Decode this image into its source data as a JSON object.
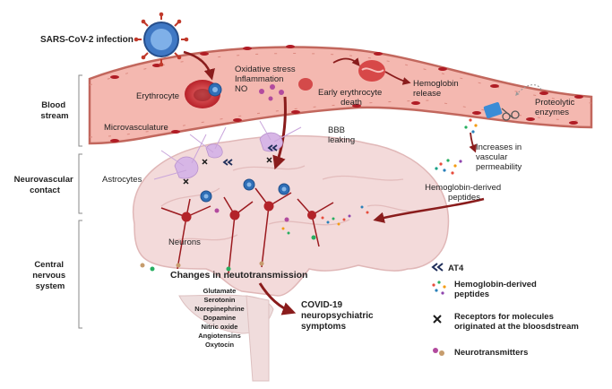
{
  "top_label": "SARS-CoV-2 infection",
  "sections": {
    "blood_stream": [
      "Blood",
      "stream"
    ],
    "neurovascular": [
      "Neurovascular",
      "contact"
    ],
    "cns": [
      "Central",
      "nervous",
      "system"
    ]
  },
  "vessel_labels": {
    "erythrocyte": "Erythrocyte",
    "stress": [
      "Oxidative stress",
      "Inflammation",
      "NO"
    ],
    "early_death": [
      "Early erythrocyte",
      "death"
    ],
    "hemoglobin_release": [
      "Hemoglobin",
      "release"
    ],
    "proteolytic": [
      "Proteolytic",
      "enzymes"
    ],
    "microvasculature": "Microvasculature"
  },
  "bbb": [
    "BBB",
    "leaking"
  ],
  "astrocytes": "Astrocytes",
  "permeability": [
    "Increases in",
    "vascular",
    "permeability"
  ],
  "hb_peptides": [
    "Hemoglobin-derived",
    "peptides"
  ],
  "neurons": "Neurons",
  "changes": "Changes in neutotransmission",
  "neurotransmitters": [
    "Glutamate",
    "Serotonin",
    "Norepinephrine",
    "Dopamine",
    "Nitric oxide",
    "Angiotensins",
    "Oxytocin"
  ],
  "covid_symptoms": [
    "COVID-19",
    "neuropsychiatric",
    "symptoms"
  ],
  "legend": {
    "at4": "AT4",
    "peptides": [
      "Hemoglobin-derived",
      "peptides"
    ],
    "receptors": [
      "Receptors for molecules",
      "originated at the bloosdstream"
    ],
    "neurotransmitters": "Neurotransmitters"
  },
  "colors": {
    "vessel": "#f4b8b0",
    "vessel_wall": "#c2675d",
    "rbc": "#b8222a",
    "arrow": "#8a1c1c",
    "brain": "#f2d6d6",
    "astro": "#d7b6e6",
    "navy": "#1f2e5a"
  }
}
